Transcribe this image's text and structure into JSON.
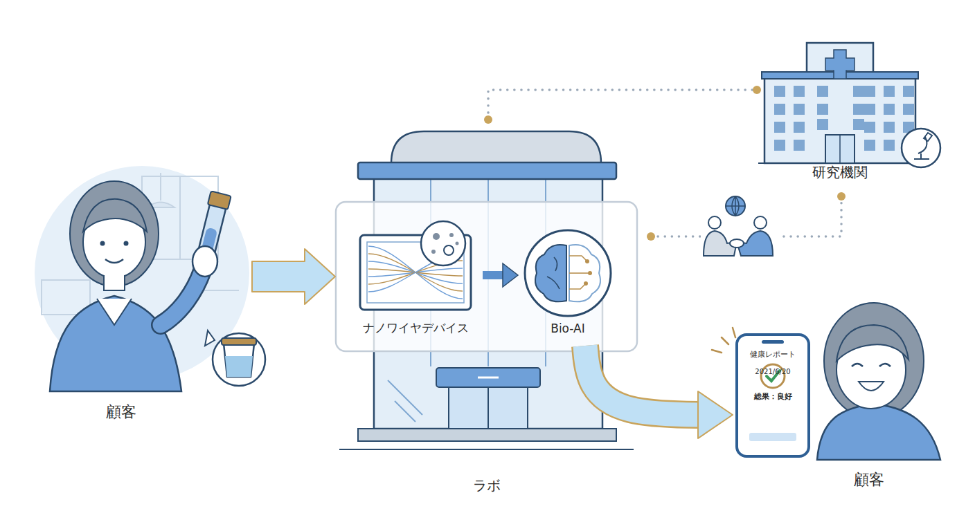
{
  "diagram": {
    "nodes": [
      {
        "text": [
          "顧客"
        ]
      },
      {
        "text": [
          "ラボ"
        ]
      },
      {
        "text": [
          "ナノワイヤデバイス"
        ],
        "in": 1
      },
      {
        "text": [
          "Bio-AI"
        ],
        "in": 1
      },
      {
        "text": [
          "研究機関"
        ]
      },
      {
        "text": [
          "健康レポート",
          "総果：良好",
          "2021/6/20"
        ]
      }
    ],
    "edges": [
      {
        "from": 0,
        "to": 1,
        "arrow": "to"
      },
      {
        "from": 2,
        "to": 3,
        "arrow": "to"
      },
      {
        "from": 1,
        "to": 4,
        "arrow": "none"
      },
      {
        "from": 3,
        "to": 4,
        "arrow": "none"
      },
      {
        "from": 3,
        "to": 5,
        "arrow": "to"
      }
    ],
    "labels": [
      "顧客"
    ]
  }
}
